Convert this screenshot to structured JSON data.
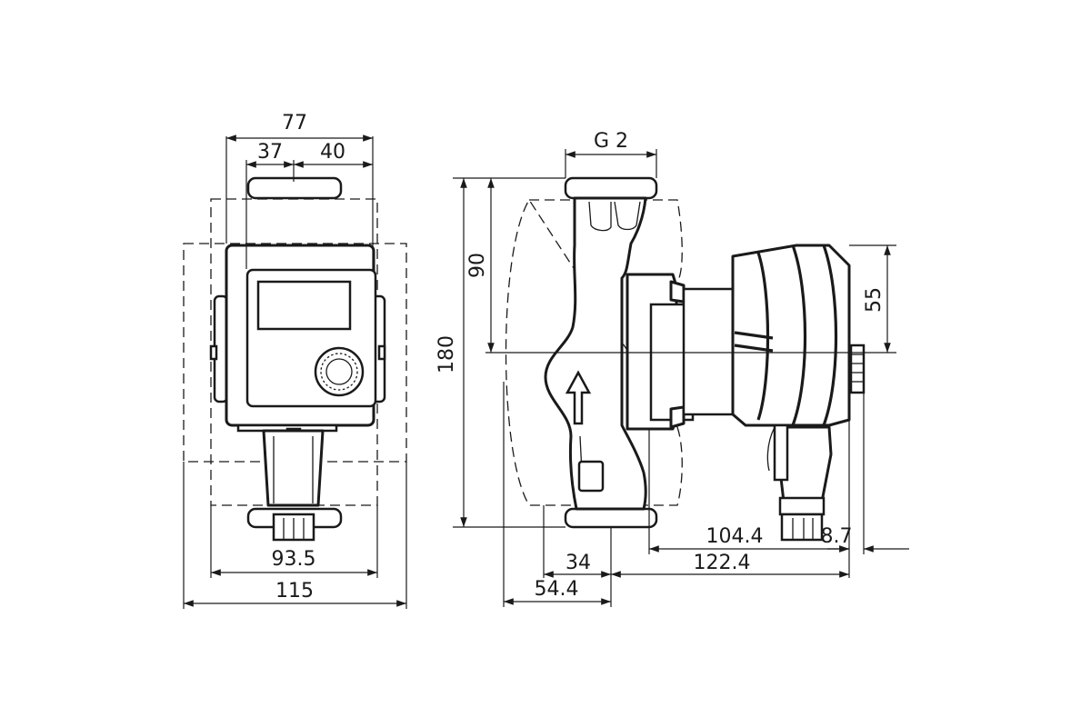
{
  "dimensions": {
    "overall_width_front": "77",
    "width_left": "37",
    "width_right": "40",
    "thread": "G 2",
    "upper_height": "90",
    "total_height": "180",
    "motor_upper": "55",
    "flange_width": "93.5",
    "total_width_front": "115",
    "shaft_offset": "34",
    "body_depth": "54.4",
    "motor_length": "104.4",
    "plug_offset": "8.7",
    "total_length": "122.4"
  }
}
